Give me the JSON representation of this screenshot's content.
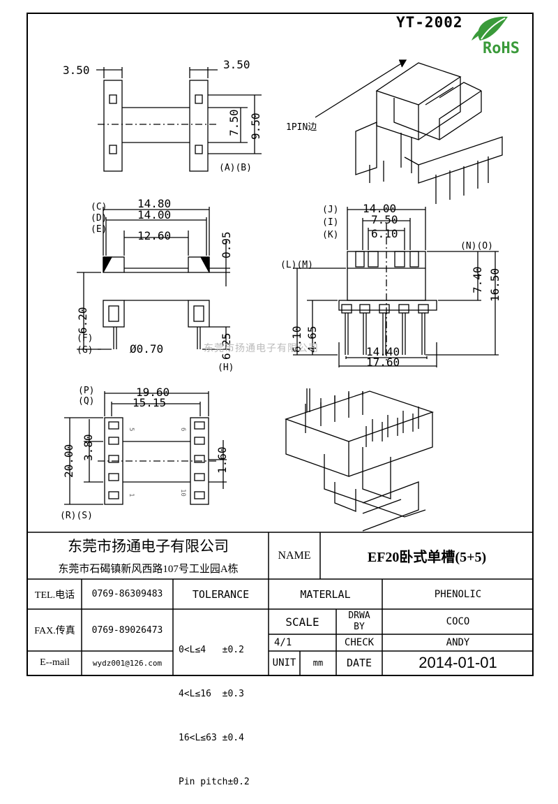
{
  "part_no": "YT-2002",
  "rohs_label": "RoHS",
  "watermark": "东莞市扬通电子有限公司",
  "pin_side_label": "1PIN边",
  "view_top": {
    "left_dim": "3.50",
    "right_dim": "3.50",
    "dim_a": "7.50",
    "dim_b": "9.50",
    "labels": "(A)(B)"
  },
  "view_front": {
    "dim_c": "14.80",
    "dim_d": "14.00",
    "dim_e": "12.60",
    "dim_095": "0.95",
    "dim_f": "6.20",
    "dim_g": "Ø0.70",
    "dim_h": "6.25",
    "lab_c": "(C)",
    "lab_d": "(D)",
    "lab_e": "(E)",
    "lab_f": "(F)",
    "lab_g": "(G)",
    "lab_h": "(H)"
  },
  "view_side": {
    "dim_j": "14.00",
    "dim_i": "7.50",
    "dim_k": "6.10",
    "dim_n": "7.40",
    "dim_o": "16.50",
    "dim_l": "6.10",
    "dim_m": "4.65",
    "dim_b1": "14.40",
    "dim_b2": "17.60",
    "lab_j": "(J)",
    "lab_i": "(I)",
    "lab_k": "(K)",
    "lab_no": "(N)(O)",
    "lab_lm": "(L)(M)"
  },
  "view_bottom": {
    "dim_p": "19.60",
    "dim_q": "15.15",
    "dim_r": "20.00",
    "dim_s": "3.80",
    "dim_160": "1.60",
    "lab_p": "(P)",
    "lab_q": "(Q)",
    "lab_rs": "(R)(S)",
    "pin5": "5",
    "pin6": "6",
    "pin1": "1",
    "pin10": "10"
  },
  "title_block": {
    "company": "东莞市扬通电子有限公司",
    "address": "东莞市石碣镇新风西路107号工业园A栋",
    "name_label": "NAME",
    "name_value": "EF20卧式单槽(5+5)",
    "tel_label": "TEL.电话",
    "tel_value": "0769-86309483",
    "tolerance_label": "TOLERANCE",
    "material_label": "MATERLAL",
    "material_value": "PHENOLIC",
    "fax_label": "FAX.传真",
    "fax_value": "0769-89026473",
    "tol_1": "0<L≤4   ±0.2",
    "tol_2": "4<L≤16  ±0.3",
    "tol_3": "16<L≤63 ±0.4",
    "tol_4": "Pin pitch±0.2",
    "scale_label": "SCALE",
    "scale_value": "4/1",
    "drwa_label": "DRWA",
    "by_label": "BY",
    "drwa_value": "COCO",
    "check_label": "CHECK",
    "check_value": "ANDY",
    "email_label": "E--mail",
    "email_value": "wydz001@126.com",
    "unit_label": "UNIT",
    "unit_value": "mm",
    "date_label": "DATE",
    "date_value": "2014-01-01"
  }
}
